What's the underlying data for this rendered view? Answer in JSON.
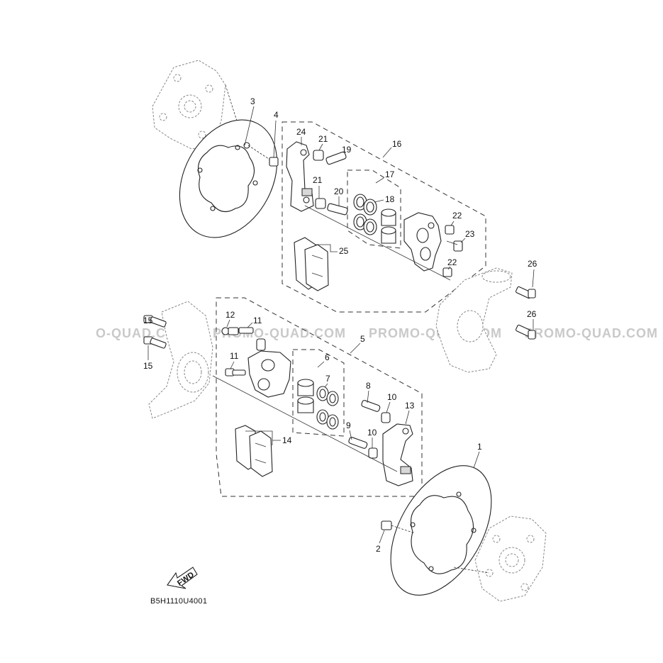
{
  "diagram": {
    "code": "B5H1110U4001",
    "fwd_label": "FWD",
    "watermark": [
      "O-QUAD.COM",
      "PROMO-QUAD.COM",
      "PROMO-QUAD.COM",
      "PROMO-QUAD.COM"
    ],
    "labels": {
      "p1": "1",
      "p2": "2",
      "p3": "3",
      "p4": "4",
      "p5": "5",
      "p6": "6",
      "p7": "7",
      "p8": "8",
      "p9": "9",
      "p10a": "10",
      "p10b": "10",
      "p11a": "11",
      "p11b": "11",
      "p12": "12",
      "p13": "13",
      "p14": "14",
      "p15a": "15",
      "p15b": "15",
      "p16": "16",
      "p17": "17",
      "p18": "18",
      "p19": "19",
      "p20": "20",
      "p21a": "21",
      "p21b": "21",
      "p22a": "22",
      "p22b": "22",
      "p23": "23",
      "p24": "24",
      "p25": "25",
      "p26a": "26",
      "p26b": "26"
    }
  }
}
